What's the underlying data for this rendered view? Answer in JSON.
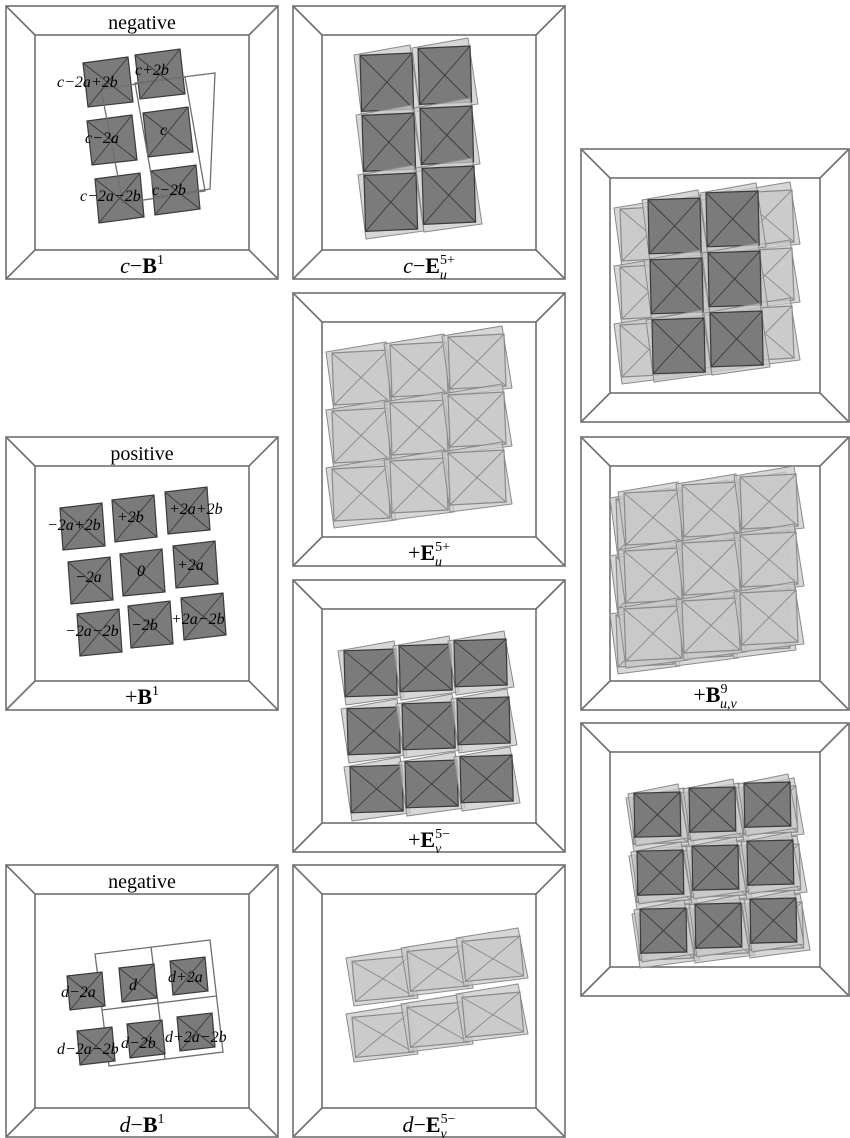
{
  "panels": {
    "c_B1": {
      "title": "negative",
      "caption": {
        "prefix": "c",
        "op": "−",
        "symbol": "B",
        "sup": "1",
        "sub": ""
      },
      "labels": [
        "c−2a+2b",
        "c+2b",
        "c−2a",
        "c",
        "c−2a−2b",
        "c−2b"
      ]
    },
    "p_B1": {
      "title": "positive",
      "caption": {
        "prefix": "",
        "op": "+",
        "symbol": "B",
        "sup": "1",
        "sub": ""
      },
      "labels": [
        "−2a+2b",
        "+2b",
        "+2a+2b",
        "−2a",
        "0",
        "+2a",
        "−2a−2b",
        "−2b",
        "+2a−2b"
      ]
    },
    "d_B1": {
      "title": "negative",
      "caption": {
        "prefix": "d",
        "op": "−",
        "symbol": "B",
        "sup": "1",
        "sub": ""
      },
      "labels": [
        "d−2a",
        "d",
        "d+2a",
        "d−2a−2b",
        "d−2b",
        "d+2a−2b"
      ]
    },
    "c_E5u": {
      "caption": {
        "prefix": "c",
        "op": "−",
        "symbol": "E",
        "sup": "5+",
        "sub": "u"
      }
    },
    "p_E5u": {
      "caption": {
        "prefix": "",
        "op": "+",
        "symbol": "E",
        "sup": "5+",
        "sub": "u"
      }
    },
    "p_E5v": {
      "caption": {
        "prefix": "",
        "op": "+",
        "symbol": "E",
        "sup": "5−",
        "sub": "v"
      }
    },
    "d_E5v": {
      "caption": {
        "prefix": "d",
        "op": "−",
        "symbol": "E",
        "sup": "5−",
        "sub": "v"
      }
    },
    "r_top": {},
    "p_B9": {
      "caption": {
        "prefix": "",
        "op": "+",
        "symbol": "B",
        "sup": "9",
        "sub": "u,v"
      }
    },
    "r_bottom": {}
  },
  "colors": {
    "frame": "#6f6f6f",
    "dark_tile": "#7b7b7b",
    "dark_tile_edge": "#3a3a3a",
    "light_tile": "#c9c9c9",
    "light_tile_edge": "#8a8a8a",
    "background": "#ffffff"
  }
}
